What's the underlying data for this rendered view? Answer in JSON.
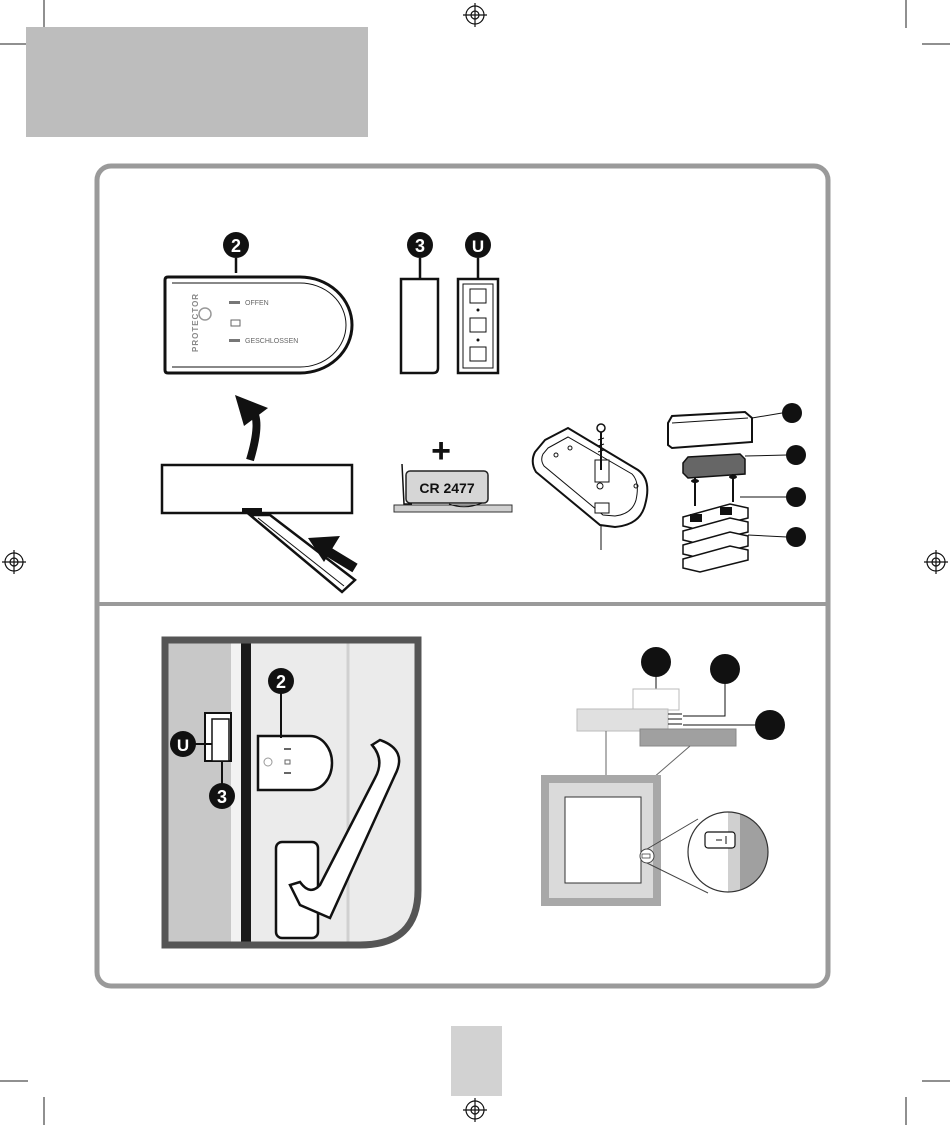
{
  "sensor": {
    "label_open": "OFFEN",
    "label_closed": "GESCHLOSSEN",
    "brand": "PROTECTOR"
  },
  "callouts": {
    "two": "2",
    "three": "3",
    "u": "U"
  },
  "battery": {
    "type": "CR 2477",
    "polarity": "+"
  }
}
